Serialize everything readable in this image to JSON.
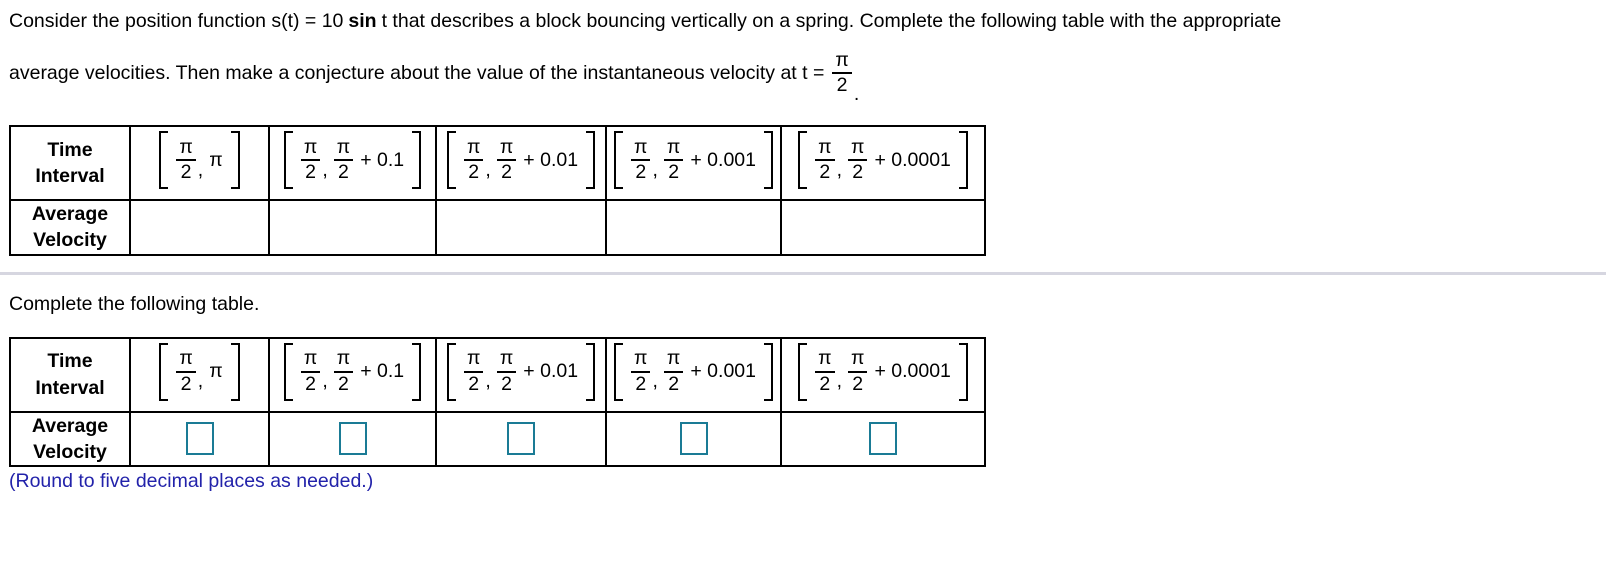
{
  "problem": {
    "line1_before": "Consider the position function s(t) = 10",
    "bold_word": "sin",
    "line1_after": "t that describes a block bouncing vertically on a spring. Complete the following table with the appropriate",
    "line2_text": "average velocities. Then make a conjecture about the value of the instantaneous velocity at t =",
    "t_frac_num": "π",
    "t_frac_den": "2",
    "line2_period": "."
  },
  "icons": {
    "left_bracket": "[",
    "right_bracket": "]"
  },
  "table1": {
    "row_headers": [
      [
        "Time",
        "Interval"
      ],
      [
        "Average",
        "Velocity"
      ]
    ],
    "intervals": [
      {
        "lower_num": "π",
        "lower_den": "2",
        "separator": ",",
        "upper": "π"
      },
      {
        "lower_num": "π",
        "lower_den": "2",
        "separator": ",",
        "upper_num": "π",
        "upper_den": "2",
        "increment": "+ 0.1"
      },
      {
        "lower_num": "π",
        "lower_den": "2",
        "separator": ",",
        "upper_num": "π",
        "upper_den": "2",
        "increment": "+ 0.01"
      },
      {
        "lower_num": "π",
        "lower_den": "2",
        "separator": ",",
        "upper_num": "π",
        "upper_den": "2",
        "increment": "+ 0.001"
      },
      {
        "lower_num": "π",
        "lower_den": "2",
        "separator": ",",
        "upper_num": "π",
        "upper_den": "2",
        "increment": "+ 0.0001"
      }
    ],
    "average_velocity_values": [
      "",
      "",
      "",
      "",
      ""
    ]
  },
  "middle": {
    "instruction": "Complete the following table."
  },
  "table2": {
    "row_headers": [
      [
        "Time",
        "Interval"
      ],
      [
        "Average",
        "Velocity"
      ]
    ],
    "intervals": [
      {
        "lower_num": "π",
        "lower_den": "2",
        "separator": ",",
        "upper": "π"
      },
      {
        "lower_num": "π",
        "lower_den": "2",
        "separator": ",",
        "upper_num": "π",
        "upper_den": "2",
        "increment": "+ 0.1"
      },
      {
        "lower_num": "π",
        "lower_den": "2",
        "separator": ",",
        "upper_num": "π",
        "upper_den": "2",
        "increment": "+ 0.01"
      },
      {
        "lower_num": "π",
        "lower_den": "2",
        "separator": ",",
        "upper_num": "π",
        "upper_den": "2",
        "increment": "+ 0.001"
      },
      {
        "lower_num": "π",
        "lower_den": "2",
        "separator": ",",
        "upper_num": "π",
        "upper_den": "2",
        "increment": "+ 0.0001"
      }
    ],
    "answer_boxes_count": 5,
    "answer_box_values": [
      "",
      "",
      "",
      "",
      ""
    ]
  },
  "footer": {
    "note": "(Round to five decimal places as needed.)"
  },
  "colors": {
    "answer_box_border": "#1a7b95",
    "note_text": "#2222aa",
    "divider": "#d6d6e0",
    "table_border": "#000000"
  }
}
